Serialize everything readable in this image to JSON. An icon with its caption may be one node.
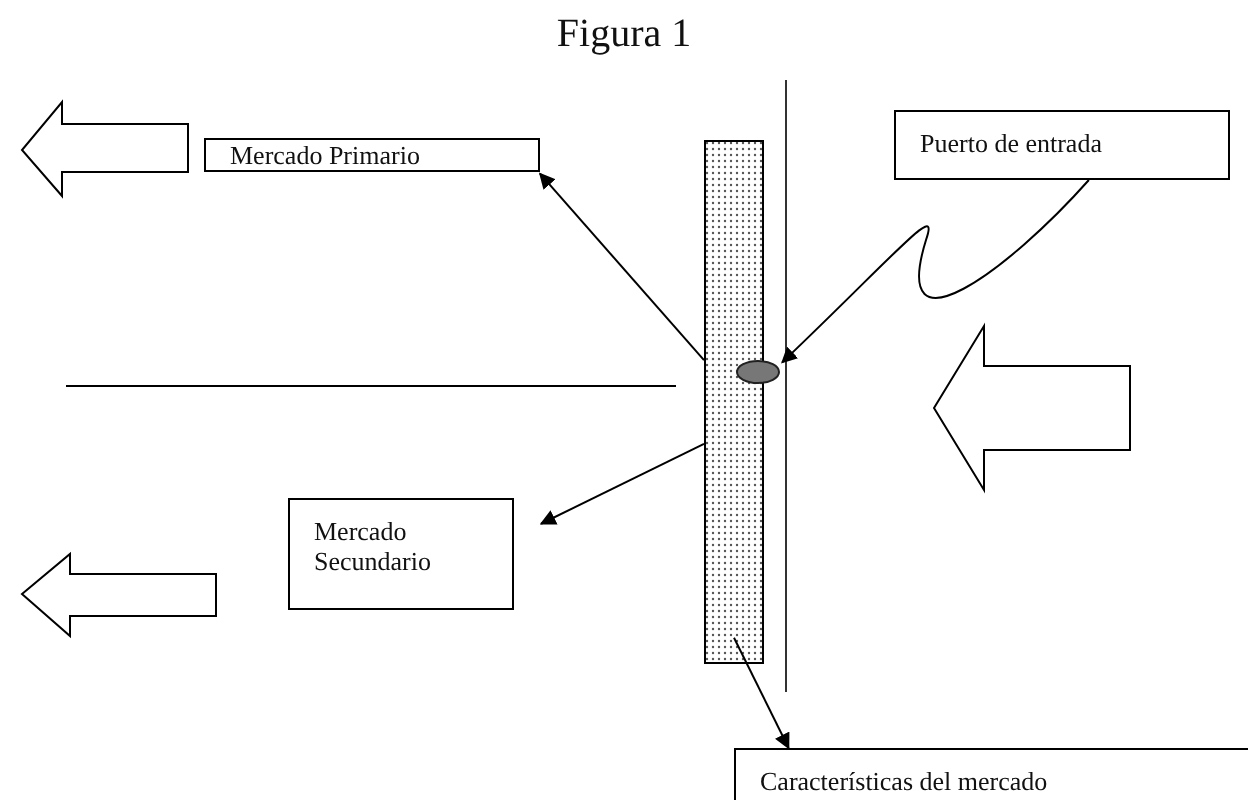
{
  "diagram": {
    "title": "Figura 1",
    "nodes": [
      {
        "text": [
          "Mercado Primario"
        ]
      },
      {
        "text": [
          "Puerto de entrada"
        ]
      },
      {
        "text": [
          "Mercado Secundario"
        ]
      },
      {
        "text": [
          "Características del mercado"
        ]
      },
      {
        "text": [],
        "shape": "bar"
      },
      {
        "text": [],
        "shape": "circle"
      }
    ],
    "edges": [
      {
        "from": 4,
        "to": 0,
        "arrow": "to"
      },
      {
        "from": 1,
        "to": 5,
        "arrow": "to"
      },
      {
        "from": 4,
        "to": 2,
        "arrow": "to"
      },
      {
        "from": 4,
        "to": 3,
        "arrow": "to"
      }
    ]
  }
}
